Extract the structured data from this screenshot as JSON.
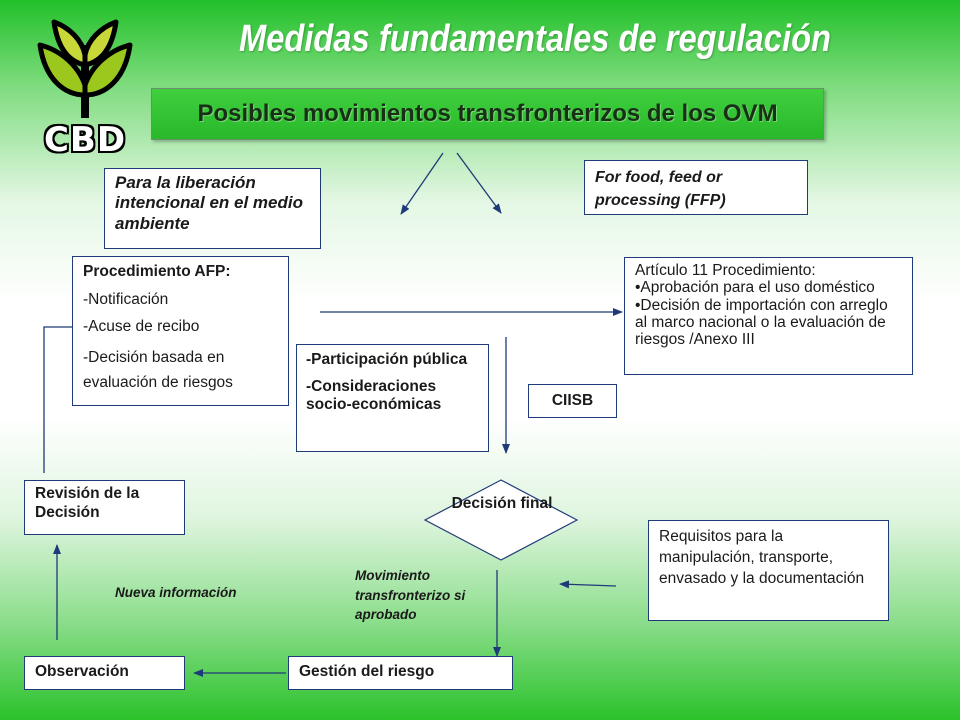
{
  "header": {
    "logo_text": "CBD",
    "title": "Medidas fundamentales de regulación",
    "subtitle": "Posibles movimientos transfronterizos de los OVM"
  },
  "boxes": {
    "liberacion": "Para la liberación intencional en el medio ambiente",
    "ffp": "For food, feed or processing (FFP)",
    "afp": {
      "title": "Procedimiento AFP:",
      "items": [
        "-Notificación",
        "-Acuse de recibo",
        "-Decisión basada en evaluación de riesgos"
      ]
    },
    "articulo11": {
      "title": "Artículo 11 Procedimiento:",
      "items": [
        "•Aprobación para el uso doméstico",
        "•Decisión de importación con arreglo al marco nacional o la evaluación de riesgos /Anexo III"
      ]
    },
    "participacion": {
      "items": [
        "-Participación pública",
        "-Consideraciones socio-económicas"
      ]
    },
    "ciisb": "CIISB",
    "decision_final": "Decisión final",
    "revision": "Revisión de la Decisión",
    "requisitos": "Requisitos para la manipulación, transporte, envasado y la documentación",
    "observacion": "Observación",
    "gestion": "Gestión del riesgo"
  },
  "labels": {
    "nueva_informacion": "Nueva información",
    "movimiento": "Movimiento transfronterizo si aprobado"
  },
  "colors": {
    "brand_green": "#22c02a",
    "arrow": "#1f3a78",
    "box_border": "#1f3a78"
  }
}
